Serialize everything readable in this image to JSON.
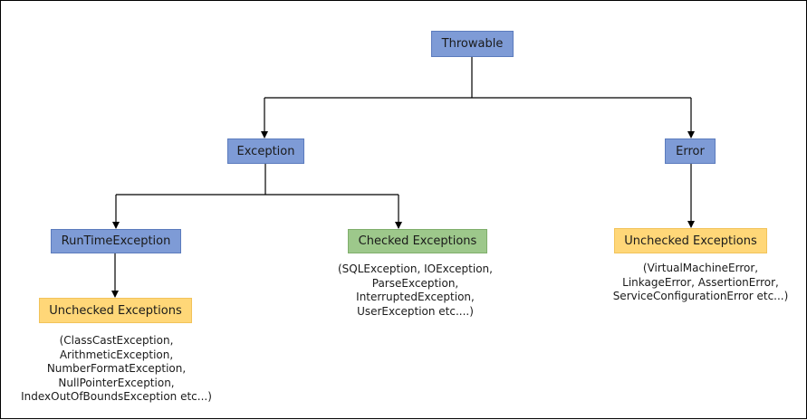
{
  "diagram": {
    "nodes": {
      "throwable": "Throwable",
      "exception": "Exception",
      "error": "Error",
      "runtime_exception": "RunTimeException",
      "checked_exceptions": "Checked Exceptions",
      "unchecked_exceptions_left": "Unchecked  Exceptions",
      "unchecked_exceptions_right": "Unchecked  Exceptions"
    },
    "descriptions": {
      "checked": [
        "(SQLException, IOException,",
        "ParseException,",
        "InterruptedException,",
        "UserException etc....)"
      ],
      "unchecked_left": [
        "(ClassCastException,",
        "ArithmeticException,",
        "NumberFormatException,",
        "NullPointerException,",
        "IndexOutOfBoundsException etc...)"
      ],
      "unchecked_right": [
        "(VirtualMachineError,",
        "LinkageError, AssertionError,",
        "ServiceConfigurationError etc...)"
      ]
    },
    "colors": {
      "blue_fill": "#7e9bd6",
      "green_fill": "#9dc88b",
      "yellow_fill": "#ffd778",
      "edge": "#000000"
    }
  }
}
